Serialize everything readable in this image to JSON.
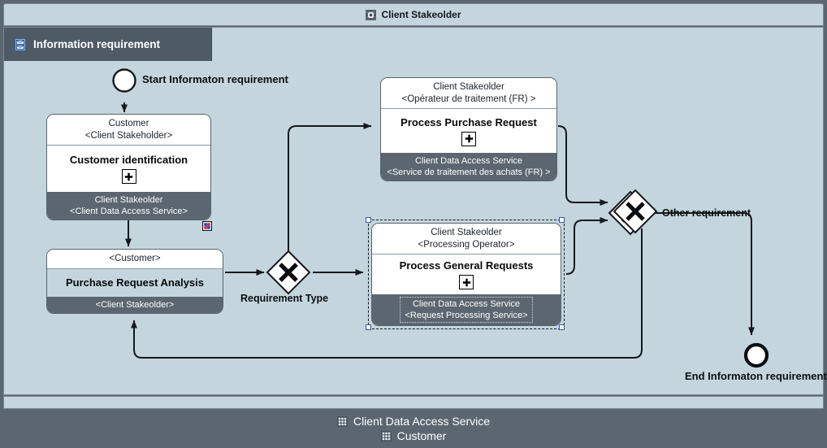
{
  "pool": {
    "title": "Client Stakeolder",
    "icon": "gear-icon"
  },
  "lane": {
    "title": "Information requirement",
    "icon": "lane-icon"
  },
  "footer": {
    "participants": [
      {
        "icon": "mesh-icon",
        "label": "Client Data Access Service"
      },
      {
        "icon": "mesh-icon",
        "label": "Customer"
      }
    ]
  },
  "events": {
    "start": {
      "label": "Start Informaton requirement",
      "type": "start-event"
    },
    "end": {
      "label": "End Informaton requirement",
      "type": "end-event"
    }
  },
  "gateways": [
    {
      "name": "requirement-type",
      "label": "Requirement Type",
      "type": "exclusive-gateway"
    },
    {
      "name": "other-requirement",
      "label": "Other requirement",
      "type": "exclusive-gateway-pair"
    }
  ],
  "tasks": [
    {
      "name": "customer-identification",
      "header_line1": "Customer",
      "header_line2": "<Client Stakeholder>",
      "title": "Customer identification",
      "marker": "plus-icon",
      "footer_line1": "Client Stakeolder",
      "footer_line2": "<Client Data Access Service>",
      "selected": false,
      "tinted": false
    },
    {
      "name": "purchase-request-analysis",
      "header_line1": "<Customer>",
      "header_line2": "",
      "title": "Purchase Request Analysis",
      "marker": "",
      "footer_line1": "<Client Stakeolder>",
      "footer_line2": "",
      "selected": false,
      "tinted": true
    },
    {
      "name": "process-purchase-request",
      "header_line1": "Client Stakeolder",
      "header_line2": "<Opérateur de traitement (FR) >",
      "title": "Process Purchase Request",
      "marker": "plus-icon",
      "footer_line1": "Client Data Access Service",
      "footer_line2": "<Service de traitement des achats (FR) >",
      "selected": false,
      "tinted": false
    },
    {
      "name": "process-general-requests",
      "header_line1": "Client Stakeolder",
      "header_line2": "<Processing Operator>",
      "title": "Process General Requests",
      "marker": "plus-icon",
      "footer_line1": "Client Data Access Service",
      "footer_line2": "<Request Processing Service>",
      "selected": true,
      "tinted": false
    }
  ],
  "annotations": [
    {
      "name": "data-marker",
      "icon": "red-blue-square-icon"
    }
  ],
  "colors": {
    "canvas": "#c4d5dd",
    "chrome": "#5b6670",
    "lane_tab": "#4e5b66",
    "node_footer": "#5b6670",
    "stroke": "#1c2329",
    "handle": "#3a56a5"
  }
}
